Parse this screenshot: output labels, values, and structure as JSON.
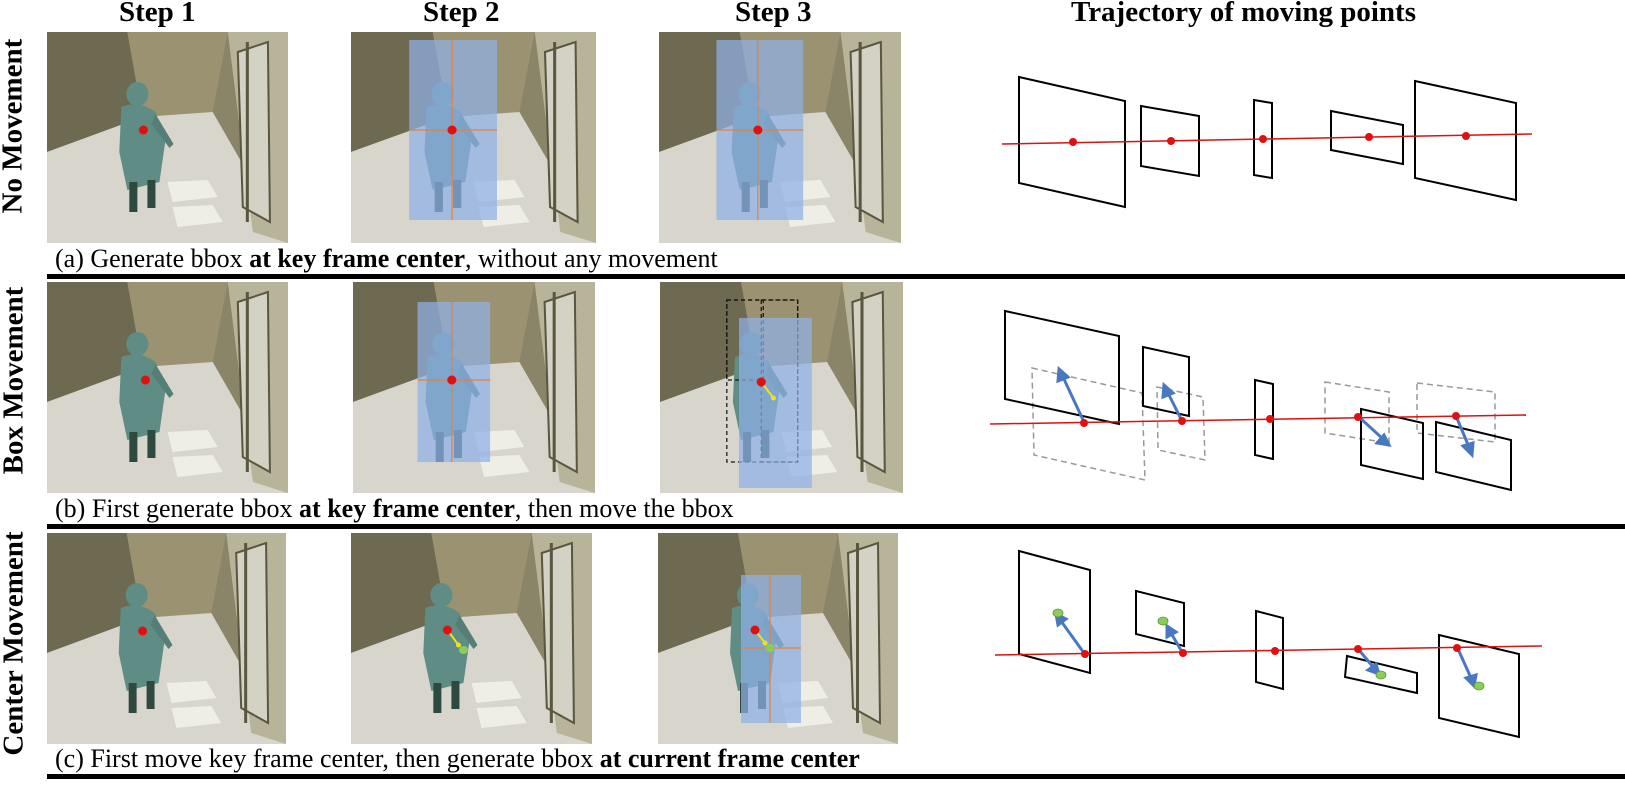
{
  "headers": {
    "step1": "Step 1",
    "step2": "Step 2",
    "step3": "Step 3",
    "trajectory": "Trajectory of moving points"
  },
  "rows": [
    {
      "label": "No Movement",
      "caption": {
        "pre": "(a) Generate bbox ",
        "bold": "at key frame center",
        "post": ", without any movement"
      }
    },
    {
      "label": "Box Movement",
      "caption": {
        "pre": "(b) First generate bbox ",
        "bold": "at key frame center",
        "post": ", then move the bbox"
      }
    },
    {
      "label": "Center Movement",
      "caption": {
        "pre": "(c) First move key frame center, then generate bbox ",
        "bold": "at current frame center",
        "post": ""
      }
    }
  ],
  "colors": {
    "center_point": "#e01010",
    "moved_point": "#8ccc5a",
    "bbox_fill": "#8fb0e6",
    "bbox_cross": "#e8803a",
    "motion_arrow_frame": "#f2e020",
    "motion_arrow_traj": "#4a78c0",
    "trajectory_line": "#e01010",
    "dashed_box": "#999999"
  }
}
